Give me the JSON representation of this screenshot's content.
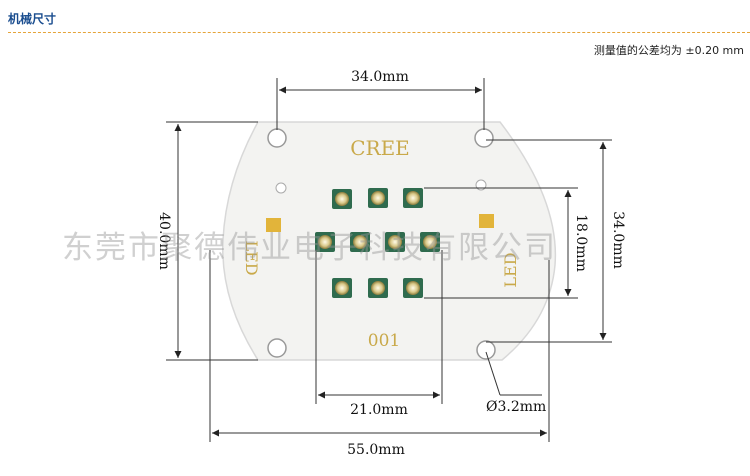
{
  "header": {
    "section_title": "机械尺寸",
    "tolerance_note": "测量值的公差均为 ±0.20 mm"
  },
  "board": {
    "brand": "CREE",
    "serial": "001",
    "side_label_left": "LED",
    "side_label_right": "LED"
  },
  "dimensions": {
    "top_width": "34.0mm",
    "left_height": "40.0mm",
    "right_height": "34.0mm",
    "led_array_height": "18.0mm",
    "led_array_width": "21.0mm",
    "hole_diameter": "Ø3.2mm",
    "total_width": "55.0mm"
  },
  "watermark": "东莞市聚德伟业电子科技有限公司",
  "colors": {
    "board_fill": "#f3f3f1",
    "pad_gold": "#e2b43a",
    "led_green": "#2f6b4e",
    "text_gold": "#c9a94a"
  }
}
